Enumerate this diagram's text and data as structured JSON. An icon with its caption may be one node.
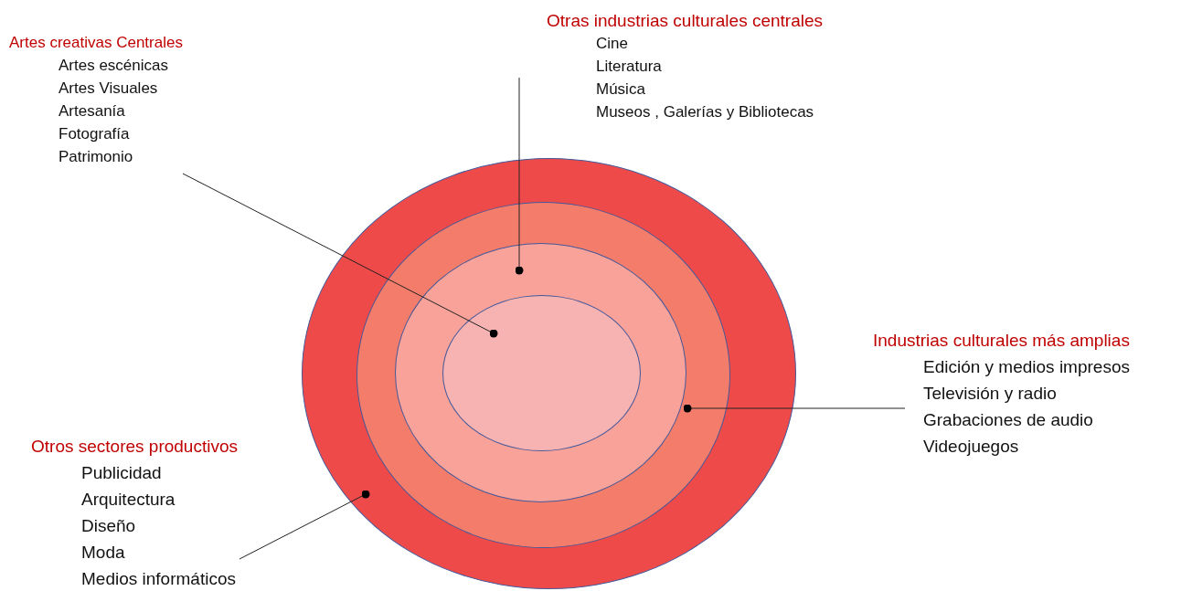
{
  "diagram": {
    "nodes": [
      {
        "text": [],
        "shape": "circle"
      },
      {
        "text": [],
        "shape": "circle",
        "in": 0
      },
      {
        "text": [],
        "shape": "circle",
        "in": 1
      },
      {
        "text": [],
        "shape": "circle",
        "in": 2
      },
      {
        "text": [
          "Artes creativas Centrales",
          "Artes escénicas",
          "Artes Visuales",
          "Artesanía",
          "Fotografía",
          "Patrimonio"
        ]
      },
      {
        "text": [
          "Otras industrias culturales centrales",
          "Cine",
          "Literatura",
          "Música",
          "Museos , Galerías y Bibliotecas"
        ]
      },
      {
        "text": [
          "Industrias culturales más amplias",
          "Edición y medios impresos",
          "Televisión y radio",
          "Grabaciones de audio",
          "Videojuegos"
        ]
      },
      {
        "text": [
          "Otros sectores productivos",
          "Publicidad",
          "Arquitectura",
          "Diseño",
          "Moda",
          "Medios informáticos"
        ]
      }
    ],
    "edges": [
      {
        "from": 4,
        "to": 3,
        "arrow": "other"
      },
      {
        "from": 5,
        "to": 2,
        "arrow": "other"
      },
      {
        "from": 6,
        "to": 1,
        "arrow": "other"
      },
      {
        "from": 7,
        "to": 0,
        "arrow": "other"
      }
    ]
  }
}
